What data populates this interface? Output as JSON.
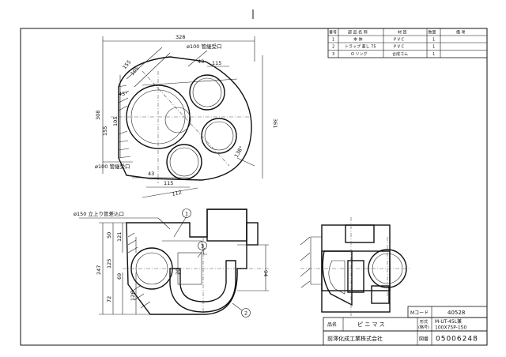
{
  "parts_table": {
    "headers": [
      "番号",
      "部 品 名 称",
      "材 質",
      "数量",
      "備 考"
    ],
    "rows": [
      [
        "1",
        "本 体",
        "P V C",
        "1",
        ""
      ],
      [
        "2",
        "トラップ 差し 75",
        "P V C",
        "1",
        ""
      ],
      [
        "3",
        "O リング",
        "合成ゴム",
        "1",
        ""
      ]
    ]
  },
  "title_block": {
    "m_code_label": "Mコード",
    "m_code": "40528",
    "model_label": "形式\n(略号)",
    "model_label_line1": "形式",
    "model_label_line2": "(略号)",
    "model_line1": "M-UT-45L兼",
    "model_line2": "100X75P-150",
    "name_label": "品名",
    "name": "ピ ニ マ ス",
    "company": "前澤化成工業株式会社",
    "drawing_no_label": "図番",
    "drawing_no": "05006248"
  },
  "top_view": {
    "dims": [
      "328",
      "ø100 管継受口",
      "155",
      "105",
      "43",
      "115",
      "45°",
      "308",
      "105",
      "155",
      "361",
      "138°",
      "ø100 管継受口",
      "43",
      "115",
      "112"
    ]
  },
  "front_view": {
    "note": "ø150 立上り管差込口",
    "dims": [
      "50",
      "121",
      "125",
      "247",
      "69",
      "72",
      "126",
      "20",
      "94"
    ],
    "balloons": [
      "1",
      "2",
      "3"
    ]
  }
}
